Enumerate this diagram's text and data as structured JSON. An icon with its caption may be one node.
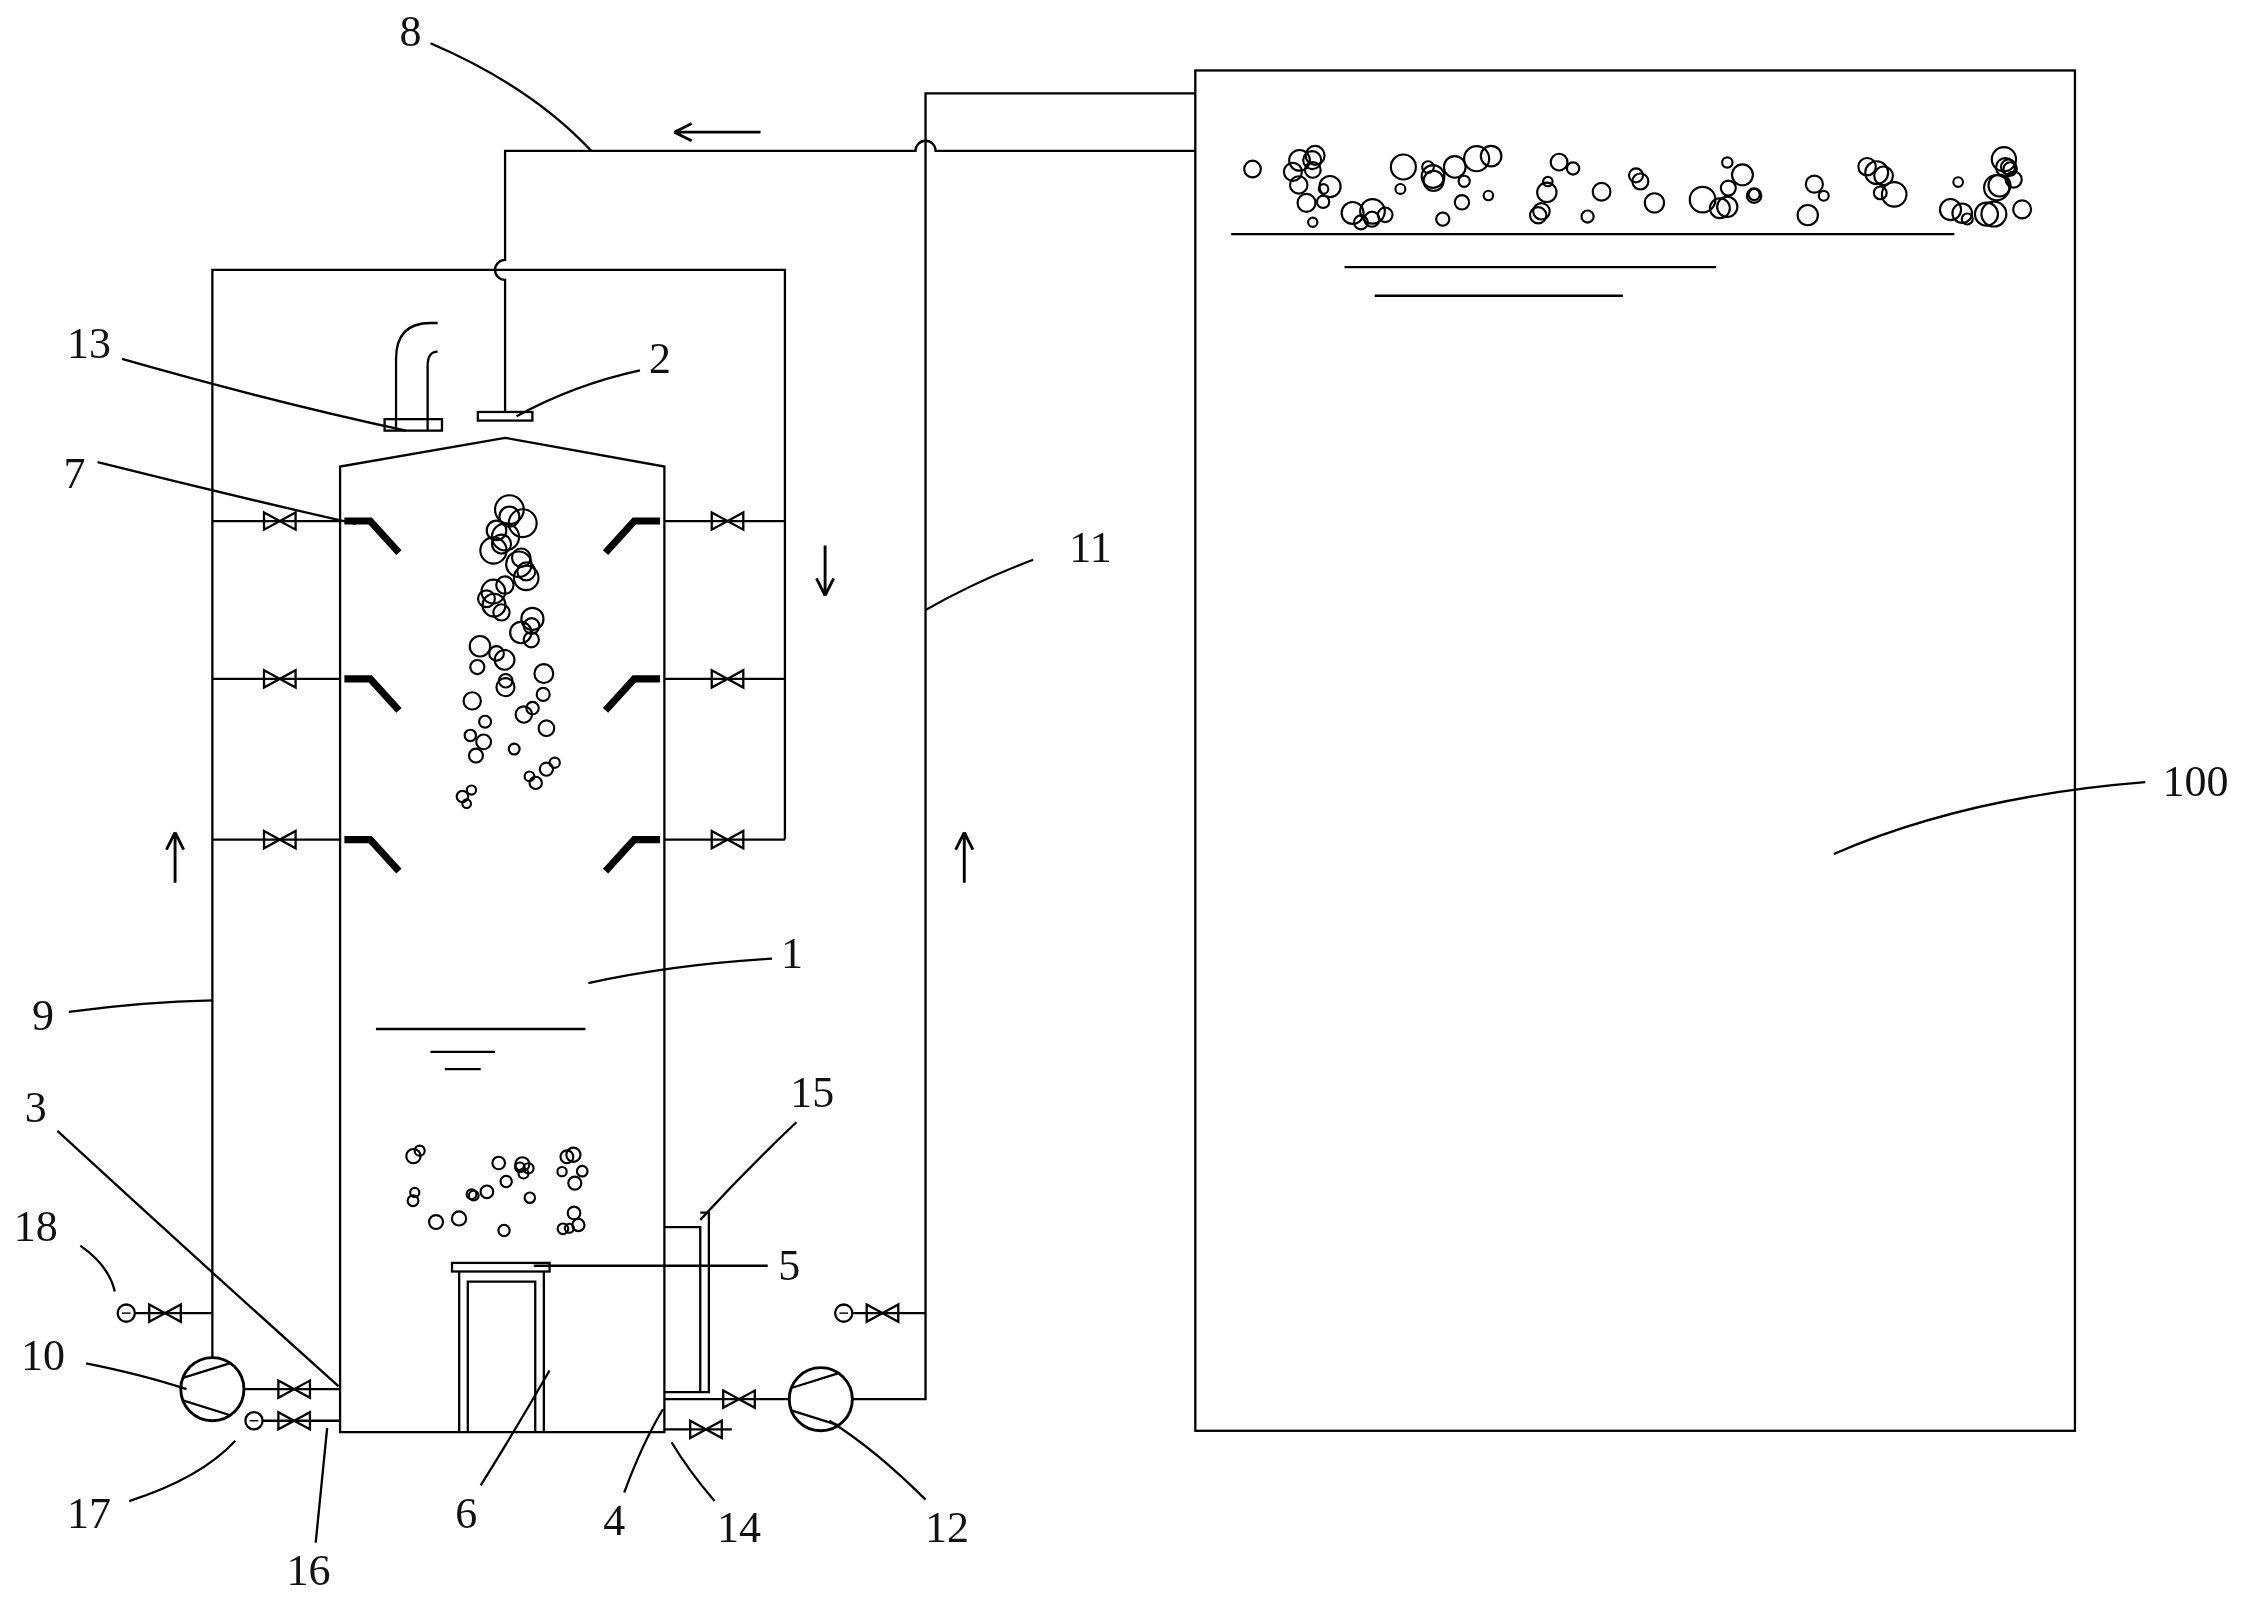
{
  "diagram": {
    "nodes": [
      {
        "text": [
          "8"
        ]
      },
      {
        "text": [
          "13"
        ]
      },
      {
        "text": [
          "2"
        ]
      },
      {
        "text": [
          "7"
        ]
      },
      {
        "text": [
          "11"
        ]
      },
      {
        "text": [
          "100"
        ]
      },
      {
        "text": [
          "1"
        ]
      },
      {
        "text": [
          "9"
        ]
      },
      {
        "text": [
          "3"
        ]
      },
      {
        "text": [
          "15"
        ]
      },
      {
        "text": [
          "18"
        ]
      },
      {
        "text": [
          "5"
        ]
      },
      {
        "text": [
          "10"
        ]
      },
      {
        "text": [
          "17"
        ]
      },
      {
        "text": [
          "16"
        ]
      },
      {
        "text": [
          "6"
        ]
      },
      {
        "text": [
          "4"
        ]
      },
      {
        "text": [
          "14"
        ]
      },
      {
        "text": [
          "12"
        ]
      }
    ],
    "edges": [
      {
        "from": 0,
        "to": null,
        "arrow": "none"
      },
      {
        "from": 1,
        "to": null,
        "arrow": "none"
      },
      {
        "from": 2,
        "to": null,
        "arrow": "none"
      },
      {
        "from": 3,
        "to": null,
        "arrow": "none"
      },
      {
        "from": 4,
        "to": null,
        "arrow": "none"
      },
      {
        "from": 5,
        "to": null,
        "arrow": "none"
      },
      {
        "from": 6,
        "to": null,
        "arrow": "none"
      },
      {
        "from": 7,
        "to": null,
        "arrow": "none"
      },
      {
        "from": 8,
        "to": null,
        "arrow": "none"
      },
      {
        "from": 9,
        "to": null,
        "arrow": "none"
      },
      {
        "from": 10,
        "to": null,
        "arrow": "none"
      },
      {
        "from": 11,
        "to": null,
        "arrow": "none"
      },
      {
        "from": 12,
        "to": null,
        "arrow": "none"
      },
      {
        "from": 13,
        "to": null,
        "arrow": "none"
      },
      {
        "from": 14,
        "to": null,
        "arrow": "none"
      },
      {
        "from": 15,
        "to": null,
        "arrow": "none"
      },
      {
        "from": 16,
        "to": null,
        "arrow": "none"
      },
      {
        "from": 17,
        "to": null,
        "arrow": "none"
      },
      {
        "from": 18,
        "to": null,
        "arrow": "none"
      }
    ]
  }
}
